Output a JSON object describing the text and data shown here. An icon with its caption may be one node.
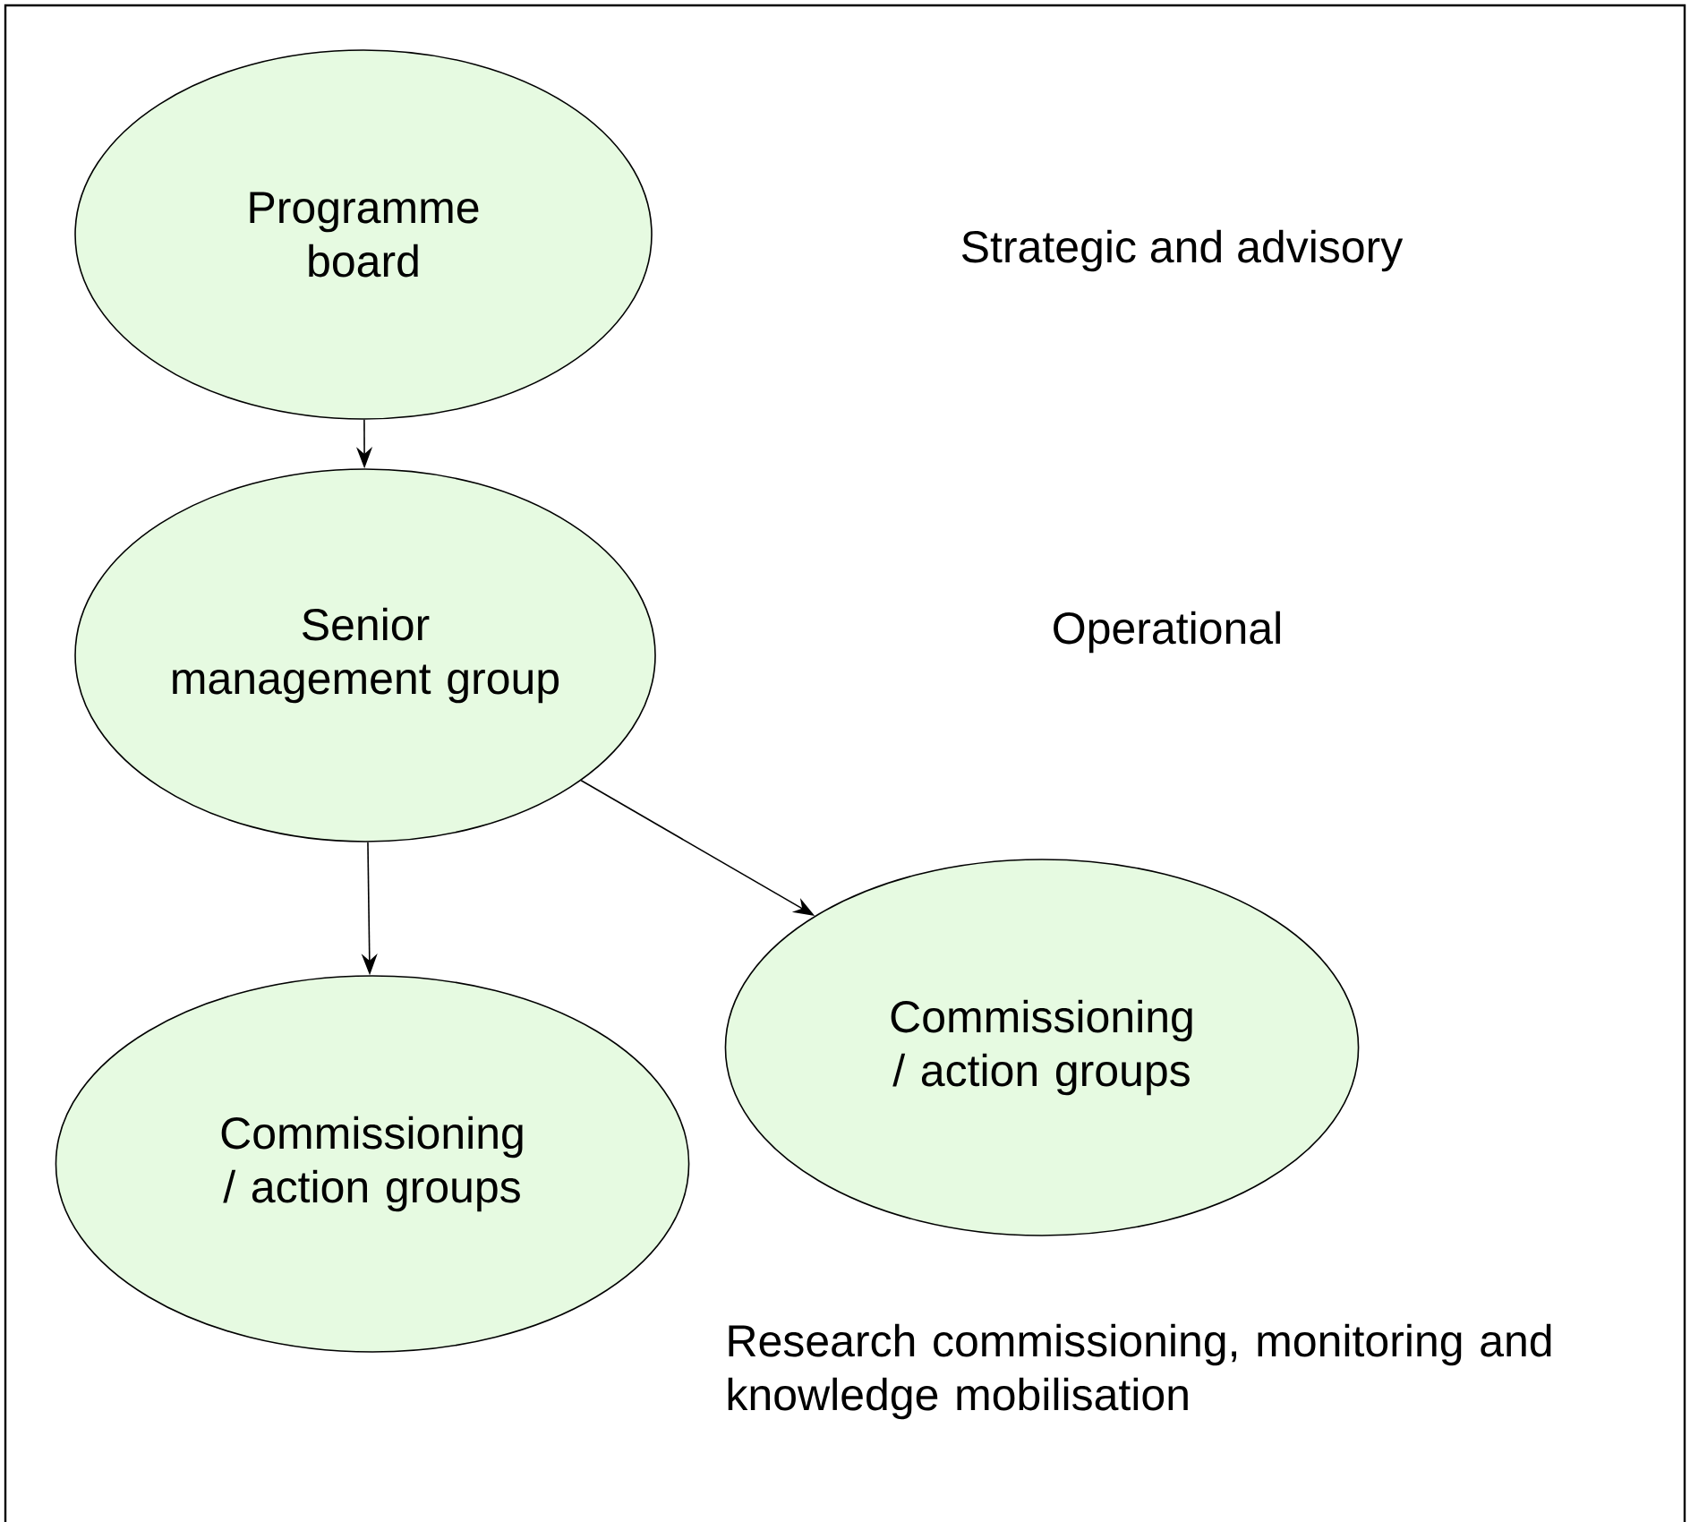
{
  "diagram": {
    "nodes": [
      {
        "text": [
          "Programme board"
        ]
      },
      {
        "text": [
          "Senior management group"
        ]
      },
      {
        "text": [
          "Commissioning / action groups"
        ]
      },
      {
        "text": [
          "Commissioning / action groups"
        ]
      }
    ],
    "edges": [
      {
        "from": 0,
        "to": 1,
        "arrow": "to"
      },
      {
        "from": 1,
        "to": 2,
        "arrow": "to"
      },
      {
        "from": 1,
        "to": 3,
        "arrow": "to"
      }
    ],
    "labels": [
      "Strategic and advisory",
      "Operational",
      "Research commissioning, monitoring and knowledge mobilisation"
    ]
  }
}
